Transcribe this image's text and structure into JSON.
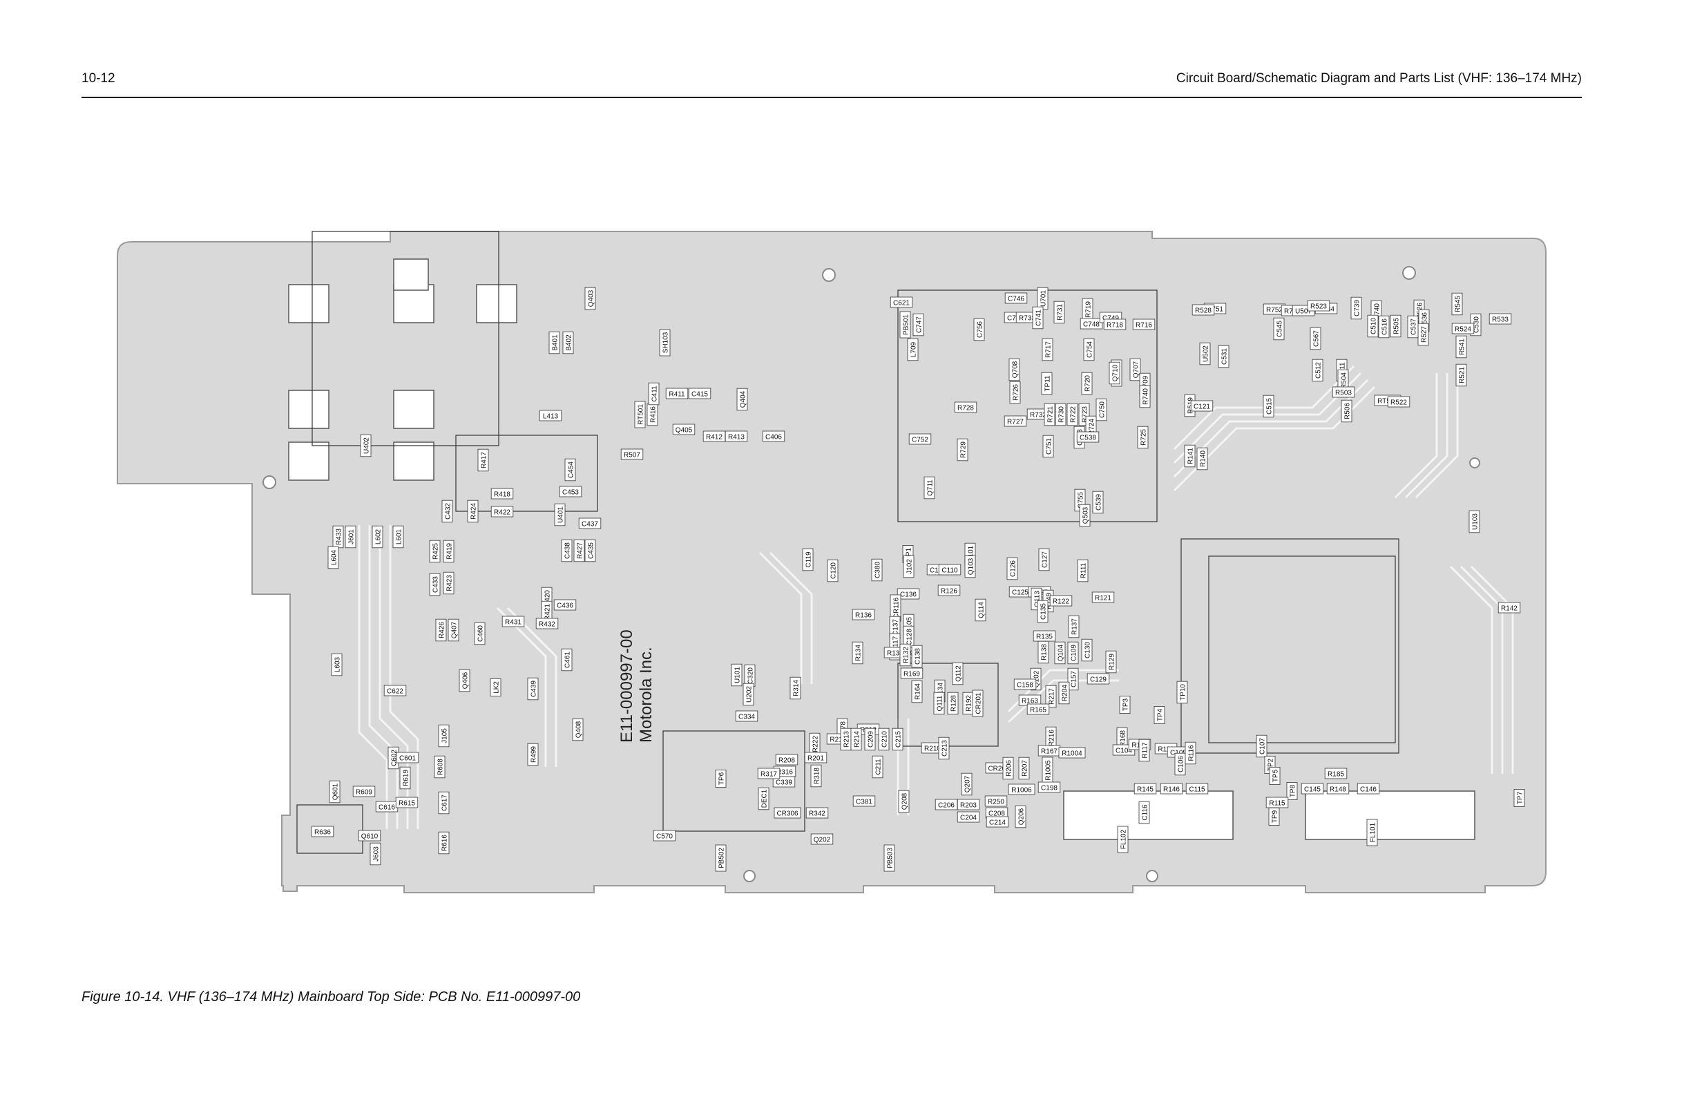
{
  "header": {
    "page_number": "10-12",
    "section_title": "Circuit Board/Schematic Diagram and Parts List (VHF: 136–174 MHz)"
  },
  "board": {
    "pcb_number": "E11-000997-00",
    "maker": "Motorola Inc.",
    "labels": [
      {
        "t": "Q403",
        "r": true
      },
      {
        "t": "B401",
        "r": true
      },
      {
        "t": "B402",
        "r": true
      },
      {
        "t": "SH103",
        "r": true
      },
      {
        "t": "L413"
      },
      {
        "t": "RT501",
        "r": true
      },
      {
        "t": "R416",
        "r": true
      },
      {
        "t": "C411",
        "r": true
      },
      {
        "t": "R411"
      },
      {
        "t": "C415"
      },
      {
        "t": "Q404",
        "r": true
      },
      {
        "t": "Q405"
      },
      {
        "t": "R412"
      },
      {
        "t": "R413"
      },
      {
        "t": "C406"
      },
      {
        "t": "R417",
        "r": true
      },
      {
        "t": "C454",
        "r": true
      },
      {
        "t": "R507"
      },
      {
        "t": "C453"
      },
      {
        "t": "R418"
      },
      {
        "t": "R422"
      },
      {
        "t": "R424",
        "r": true
      },
      {
        "t": "C432",
        "r": true
      },
      {
        "t": "U401",
        "r": true
      },
      {
        "t": "C437"
      },
      {
        "t": "C438",
        "r": true
      },
      {
        "t": "R427",
        "r": true
      },
      {
        "t": "C435",
        "r": true
      },
      {
        "t": "R425",
        "r": true
      },
      {
        "t": "R419",
        "r": true
      },
      {
        "t": "R423",
        "r": true
      },
      {
        "t": "C433",
        "r": true
      },
      {
        "t": "R420",
        "r": true
      },
      {
        "t": "R421",
        "r": true
      },
      {
        "t": "R432"
      },
      {
        "t": "C436"
      },
      {
        "t": "R431"
      },
      {
        "t": "R426",
        "r": true
      },
      {
        "t": "Q407",
        "r": true
      },
      {
        "t": "C461",
        "r": true
      },
      {
        "t": "C460",
        "r": true
      },
      {
        "t": "Q406",
        "r": true
      },
      {
        "t": "LK2",
        "r": true
      },
      {
        "t": "C439",
        "r": true
      },
      {
        "t": "Q408",
        "r": true
      },
      {
        "t": "R499",
        "r": true
      },
      {
        "t": "U402",
        "r": true
      },
      {
        "t": "R433",
        "r": true
      },
      {
        "t": "J601",
        "r": true
      },
      {
        "t": "L602",
        "r": true
      },
      {
        "t": "L601",
        "r": true
      },
      {
        "t": "L604",
        "r": true
      },
      {
        "t": "L603",
        "r": true
      },
      {
        "t": "C622"
      },
      {
        "t": "J105",
        "r": true
      },
      {
        "t": "C602",
        "r": true
      },
      {
        "t": "C601"
      },
      {
        "t": "R608",
        "r": true
      },
      {
        "t": "R619",
        "r": true
      },
      {
        "t": "Q601",
        "r": true
      },
      {
        "t": "R609"
      },
      {
        "t": "C616"
      },
      {
        "t": "R615"
      },
      {
        "t": "C617",
        "r": true
      },
      {
        "t": "R636"
      },
      {
        "t": "Q610"
      },
      {
        "t": "J603",
        "r": true
      },
      {
        "t": "R616",
        "r": true
      },
      {
        "t": "C621"
      },
      {
        "t": "PB501",
        "r": true
      },
      {
        "t": "C747",
        "r": true
      },
      {
        "t": "L709",
        "r": true
      },
      {
        "t": "C756",
        "r": true
      },
      {
        "t": "C746"
      },
      {
        "t": "U701",
        "r": true
      },
      {
        "t": "C738"
      },
      {
        "t": "R733"
      },
      {
        "t": "C741",
        "r": true
      },
      {
        "t": "R731",
        "r": true
      },
      {
        "t": "R719",
        "r": true
      },
      {
        "t": "C748"
      },
      {
        "t": "C749"
      },
      {
        "t": "R718"
      },
      {
        "t": "R716"
      },
      {
        "t": "R717",
        "r": true
      },
      {
        "t": "C754",
        "r": true
      },
      {
        "t": "Q707",
        "r": true
      },
      {
        "t": "Q708",
        "r": true
      },
      {
        "t": "TP11",
        "r": true
      },
      {
        "t": "R720",
        "r": true
      },
      {
        "t": "SH102",
        "r": true
      },
      {
        "t": "Q709",
        "r": true
      },
      {
        "t": "Q710",
        "r": true
      },
      {
        "t": "R740",
        "r": true
      },
      {
        "t": "R728"
      },
      {
        "t": "R726",
        "r": true
      },
      {
        "t": "R727"
      },
      {
        "t": "R732"
      },
      {
        "t": "R721",
        "r": true
      },
      {
        "t": "R730",
        "r": true
      },
      {
        "t": "R722",
        "r": true
      },
      {
        "t": "R723",
        "r": true
      },
      {
        "t": "C750",
        "r": true
      },
      {
        "t": "R724",
        "r": true
      },
      {
        "t": "R725",
        "r": true
      },
      {
        "t": "C752"
      },
      {
        "t": "C751",
        "r": true
      },
      {
        "t": "C753",
        "r": true
      },
      {
        "t": "C538"
      },
      {
        "t": "Q711",
        "r": true
      },
      {
        "t": "R729",
        "r": true
      },
      {
        "t": "C755",
        "r": true
      },
      {
        "t": "C539",
        "r": true
      },
      {
        "t": "Q503",
        "r": true
      },
      {
        "t": "R751"
      },
      {
        "t": "R752"
      },
      {
        "t": "R753"
      },
      {
        "t": "U507"
      },
      {
        "t": "R734"
      },
      {
        "t": "C739",
        "r": true
      },
      {
        "t": "C740",
        "r": true
      },
      {
        "t": "R526",
        "r": true
      },
      {
        "t": "R545",
        "r": true
      },
      {
        "t": "R528"
      },
      {
        "t": "R523"
      },
      {
        "t": "C545",
        "r": true
      },
      {
        "t": "C510",
        "r": true
      },
      {
        "t": "C516",
        "r": true
      },
      {
        "t": "R505",
        "r": true
      },
      {
        "t": "C536",
        "r": true
      },
      {
        "t": "R527",
        "r": true
      },
      {
        "t": "C537",
        "r": true
      },
      {
        "t": "C530",
        "r": true
      },
      {
        "t": "R533"
      },
      {
        "t": "R524"
      },
      {
        "t": "U502",
        "r": true
      },
      {
        "t": "C531",
        "r": true
      },
      {
        "t": "C567",
        "r": true
      },
      {
        "t": "R541",
        "r": true
      },
      {
        "t": "C512",
        "r": true
      },
      {
        "t": "C511",
        "r": true
      },
      {
        "t": "R504",
        "r": true
      },
      {
        "t": "R521",
        "r": true
      },
      {
        "t": "R503"
      },
      {
        "t": "RT502"
      },
      {
        "t": "R522"
      },
      {
        "t": "R519",
        "r": true
      },
      {
        "t": "C121"
      },
      {
        "t": "C515",
        "r": true
      },
      {
        "t": "R506",
        "r": true
      },
      {
        "t": "R141",
        "r": true
      },
      {
        "t": "R140",
        "r": true
      },
      {
        "t": "U103",
        "r": true
      },
      {
        "t": "R142"
      },
      {
        "t": "C119",
        "r": true
      },
      {
        "t": "C120",
        "r": true
      },
      {
        "t": "TP1",
        "r": true
      },
      {
        "t": "J102",
        "r": true
      },
      {
        "t": "C380",
        "r": true
      },
      {
        "t": "Q101",
        "r": true
      },
      {
        "t": "C156"
      },
      {
        "t": "C110"
      },
      {
        "t": "Q103",
        "r": true
      },
      {
        "t": "R126"
      },
      {
        "t": "C126",
        "r": true
      },
      {
        "t": "C127",
        "r": true
      },
      {
        "t": "C125"
      },
      {
        "t": "R127"
      },
      {
        "t": "R111",
        "r": true
      },
      {
        "t": "Q114",
        "r": true
      },
      {
        "t": "C136"
      },
      {
        "t": "R136"
      },
      {
        "t": "CR116",
        "r": true
      },
      {
        "t": "U105",
        "r": true
      },
      {
        "t": "C128",
        "r": true
      },
      {
        "t": "Q113",
        "r": true
      },
      {
        "t": "R149",
        "r": true
      },
      {
        "t": "R122"
      },
      {
        "t": "R121"
      },
      {
        "t": "C135",
        "r": true
      },
      {
        "t": "R137",
        "r": true
      },
      {
        "t": "C137",
        "r": true
      },
      {
        "t": "CR117",
        "r": true
      },
      {
        "t": "C139"
      },
      {
        "t": "R135"
      },
      {
        "t": "Q104",
        "r": true
      },
      {
        "t": "C109",
        "r": true
      },
      {
        "t": "C130",
        "r": true
      },
      {
        "t": "R129",
        "r": true
      },
      {
        "t": "R133"
      },
      {
        "t": "R134",
        "r": true
      },
      {
        "t": "R132",
        "r": true
      },
      {
        "t": "C138",
        "r": true
      },
      {
        "t": "R138",
        "r": true
      },
      {
        "t": "Q102",
        "r": true
      },
      {
        "t": "C157",
        "r": true
      },
      {
        "t": "C129"
      },
      {
        "t": "C158"
      },
      {
        "t": "R163"
      },
      {
        "t": "R169"
      },
      {
        "t": "R164",
        "r": true
      },
      {
        "t": "C134",
        "r": true
      },
      {
        "t": "Q112",
        "r": true
      },
      {
        "t": "Q111",
        "r": true
      },
      {
        "t": "R128",
        "r": true
      },
      {
        "t": "R192",
        "r": true
      },
      {
        "t": "CR201",
        "r": true
      },
      {
        "t": "R217",
        "r": true
      },
      {
        "t": "R204",
        "r": true
      },
      {
        "t": "TP3",
        "r": true
      },
      {
        "t": "TP10",
        "r": true
      },
      {
        "t": "TP4",
        "r": true
      },
      {
        "t": "R165"
      },
      {
        "t": "U101",
        "r": true
      },
      {
        "t": "C320",
        "r": true
      },
      {
        "t": "R314",
        "r": true
      },
      {
        "t": "U202",
        "r": true
      },
      {
        "t": "C334"
      },
      {
        "t": "C378",
        "r": true
      },
      {
        "t": "R212"
      },
      {
        "t": "R211"
      },
      {
        "t": "R213",
        "r": true
      },
      {
        "t": "R214",
        "r": true
      },
      {
        "t": "C209",
        "r": true
      },
      {
        "t": "C210",
        "r": true
      },
      {
        "t": "C215",
        "r": true
      },
      {
        "t": "R222",
        "r": true
      },
      {
        "t": "R201"
      },
      {
        "t": "R208"
      },
      {
        "t": "R316"
      },
      {
        "t": "C339"
      },
      {
        "t": "R317"
      },
      {
        "t": "R318",
        "r": true
      },
      {
        "t": "C211",
        "r": true
      },
      {
        "t": "R210"
      },
      {
        "t": "C213",
        "r": true
      },
      {
        "t": "R216",
        "r": true
      },
      {
        "t": "R167"
      },
      {
        "t": "R1004"
      },
      {
        "t": "R168",
        "r": true
      },
      {
        "t": "C104"
      },
      {
        "t": "R110"
      },
      {
        "t": "R117",
        "r": true
      },
      {
        "t": "R118"
      },
      {
        "t": "C105"
      },
      {
        "t": "C106",
        "r": true
      },
      {
        "t": "R116",
        "r": true
      },
      {
        "t": "C107",
        "r": true
      },
      {
        "t": "TP6",
        "r": true
      },
      {
        "t": "DEC1",
        "r": true
      },
      {
        "t": "CR306"
      },
      {
        "t": "R342"
      },
      {
        "t": "C381"
      },
      {
        "t": "Q208",
        "r": true
      },
      {
        "t": "Q207",
        "r": true
      },
      {
        "t": "CR202"
      },
      {
        "t": "R206",
        "r": true
      },
      {
        "t": "R207",
        "r": true
      },
      {
        "t": "R1005",
        "r": true
      },
      {
        "t": "C198"
      },
      {
        "t": "R1006"
      },
      {
        "t": "C116",
        "r": true
      },
      {
        "t": "R145"
      },
      {
        "t": "R146"
      },
      {
        "t": "C115"
      },
      {
        "t": "TP2",
        "r": true
      },
      {
        "t": "R185"
      },
      {
        "t": "C145"
      },
      {
        "t": "R148"
      },
      {
        "t": "C146"
      },
      {
        "t": "TP8",
        "r": true
      },
      {
        "t": "TP5",
        "r": true
      },
      {
        "t": "R115"
      },
      {
        "t": "TP9",
        "r": true
      },
      {
        "t": "TP7",
        "r": true
      },
      {
        "t": "C206"
      },
      {
        "t": "R203"
      },
      {
        "t": "R250"
      },
      {
        "t": "C208"
      },
      {
        "t": "C214"
      },
      {
        "t": "Q206",
        "r": true
      },
      {
        "t": "C204"
      },
      {
        "t": "FL102",
        "r": true
      },
      {
        "t": "FL101",
        "r": true
      },
      {
        "t": "C570"
      },
      {
        "t": "PB502",
        "r": true
      },
      {
        "t": "Q202"
      },
      {
        "t": "PB503",
        "r": true
      }
    ]
  },
  "caption": "Figure 10-14. VHF (136–174 MHz) Mainboard Top Side: PCB No. E11-000997-00"
}
